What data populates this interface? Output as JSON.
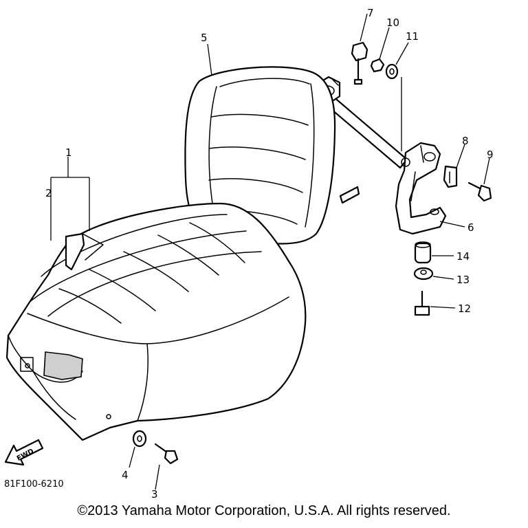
{
  "callouts": [
    {
      "id": "1",
      "label": "1"
    },
    {
      "id": "2",
      "label": "2"
    },
    {
      "id": "3",
      "label": "3"
    },
    {
      "id": "4",
      "label": "4"
    },
    {
      "id": "5",
      "label": "5"
    },
    {
      "id": "6",
      "label": "6"
    },
    {
      "id": "7",
      "label": "7"
    },
    {
      "id": "8",
      "label": "8"
    },
    {
      "id": "9",
      "label": "9"
    },
    {
      "id": "10",
      "label": "10"
    },
    {
      "id": "11",
      "label": "11"
    },
    {
      "id": "12",
      "label": "12"
    },
    {
      "id": "13",
      "label": "13"
    },
    {
      "id": "14",
      "label": "14"
    }
  ],
  "direction_marker": "FWD",
  "diagram_code": "81F100-6210",
  "copyright": "©2013 Yamaha Motor Corporation, U.S.A. All rights reserved."
}
